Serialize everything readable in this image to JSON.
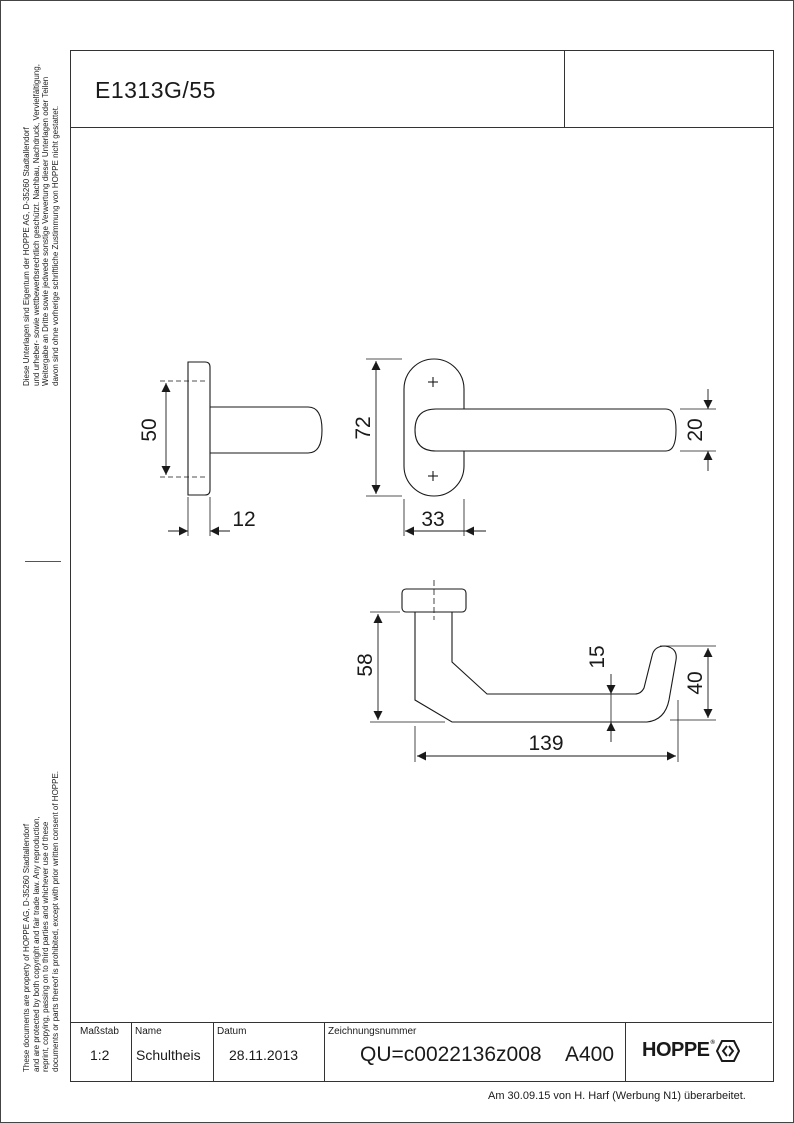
{
  "title": "E1313G/55",
  "legal_de": [
    "Diese Unterlagen sind Eigentum der HOPPE AG, D-35260 Stadtallendorf",
    "und urheber- sowie wettbewerbsrechtlich geschützt. Nachbau, Nachdruck, Vervielfältigung,",
    "Weitergabe an Dritte sowie jedwede sonstige Verwertung dieser Unterlagen oder Teilen",
    "davon sind ohne vorherige schriftliche Zustimmung von HOPPE nicht gestattet."
  ],
  "legal_en": [
    "These documents are property of HOPPE AG, D-35260 Stadtallendorf",
    "and are protected by both copyright and fair trade law. Any reproduction,",
    "reprint, copying, passing on to third parties and whichever use of these",
    "documents or parts thereof is prohibited, except with prior written consent of HOPPE."
  ],
  "dimensions": {
    "rose_height": "50",
    "rose_thickness": "12",
    "escutcheon_height": "72",
    "escutcheon_width": "33",
    "grip_diameter": "20",
    "lever_height": "58",
    "lever_gap": "15",
    "lever_end": "40",
    "lever_length": "139"
  },
  "titleblock": {
    "scale_label": "Maßstab",
    "scale": "1:2",
    "name_label": "Name",
    "name": "Schultheis",
    "date_label": "Datum",
    "date": "28.11.2013",
    "drawing_no_label": "Zeichnungsnummer",
    "drawing_no": "QU=c0022136z008",
    "format": "A400",
    "logo": "HOPPE"
  },
  "revision_note": "Am 30.09.15 von H. Harf (Werbung N1) überarbeitet.",
  "colors": {
    "line": "#1a1a1a",
    "background": "#ffffff"
  }
}
